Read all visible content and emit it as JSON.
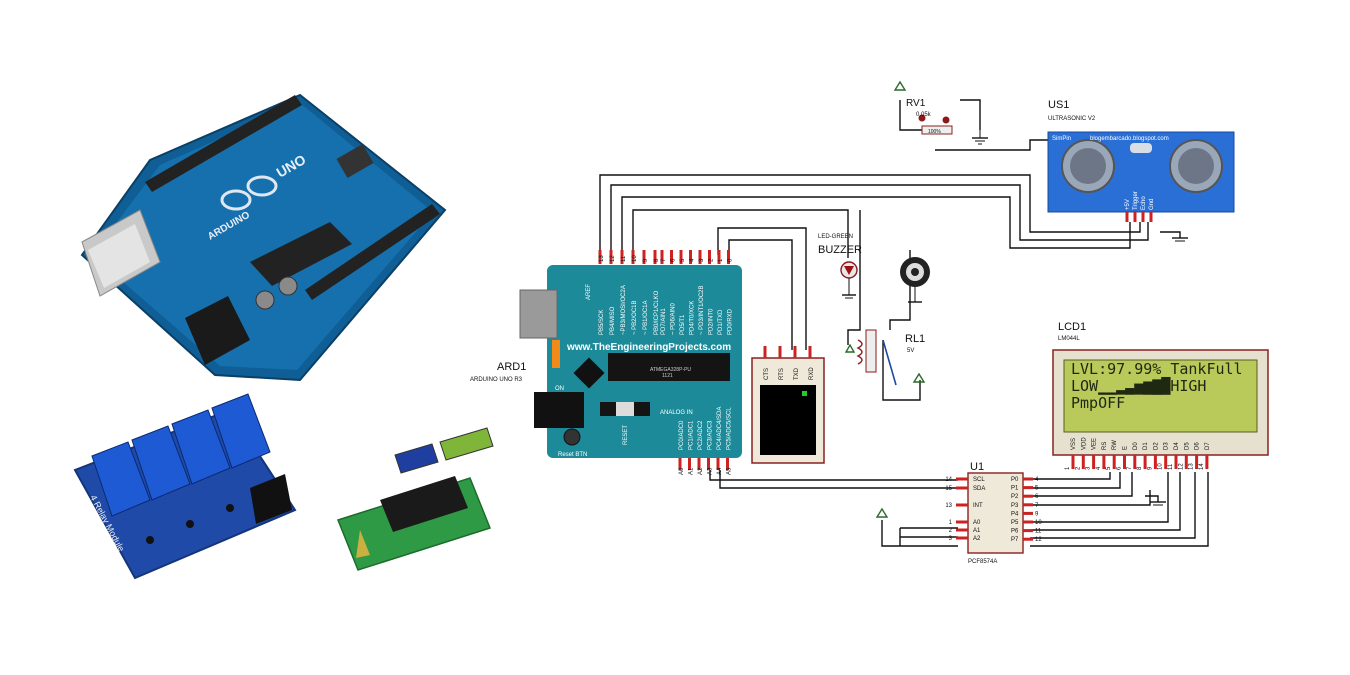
{
  "photos": {
    "arduino_board": {
      "label": "Arduino UNO photo",
      "brand": "UNO",
      "sublabel": "ARDUINO"
    },
    "relay_module": {
      "label": "4 Relay Module photo",
      "text": "4 Relay Module"
    },
    "lcd_i2c": {
      "label": "LCD with I2C adapter photo"
    }
  },
  "ard1": {
    "ref": "ARD1",
    "part": "ARDUINO UNO R3",
    "website": "www.TheEngineeringProjects.com",
    "aref": "AREF",
    "on": "ON",
    "reset": "RESET",
    "reset_btn": "Reset BTN",
    "analog_in": "ANALOG IN",
    "chip": "ATMEGA328P-PU",
    "chip_num": "1121",
    "digital_pins_left": [
      "13",
      "12",
      "11",
      "10",
      "9",
      "8"
    ],
    "digital_pins_right": [
      "7",
      "6",
      "5",
      "4",
      "3",
      "2",
      "1",
      "0"
    ],
    "digital_labels_left": [
      "PB5/SCK",
      "PB4/MISO",
      "~PB3/MOSI/OC2A",
      "~ PB2/OC1B",
      "~ PB1/OC1A",
      "PB0/ICP1/CLKO"
    ],
    "digital_labels_right": [
      "PD7/AIN1",
      "~ PD6/AIN0",
      "PD5/T1",
      "PD4/T0/XCK",
      "~ PD3/INT1/OC2B",
      "PD2/INT0",
      "PD1/TXD",
      "PD0/RXD"
    ],
    "analog_pins": [
      "A0",
      "A1",
      "A2",
      "A3",
      "A4",
      "A5"
    ],
    "analog_labels": [
      "PC0/ADC0",
      "PC1/ADC1",
      "PC2/ADC2",
      "PC3/ADC3",
      "PC4/ADC4/SDA",
      "PC5/ADC5/SCL"
    ]
  },
  "terminal": {
    "pins": [
      "CTS",
      "RTS",
      "TXD",
      "RXD"
    ]
  },
  "rv1": {
    "ref": "RV1",
    "value": "0.05k",
    "percent": "100%"
  },
  "us1": {
    "ref": "US1",
    "part": "ULTRASONIC V2",
    "site": "blogembarcado.blogspot.com",
    "simpin": "SimPin",
    "pins": [
      "+5V",
      "Trigger",
      "Echo",
      "Gnd"
    ]
  },
  "led": {
    "part": "LED-GREEN"
  },
  "buzzer": {
    "label": "BUZZER"
  },
  "rl1": {
    "ref": "RL1",
    "value": "5V"
  },
  "lcd1": {
    "ref": "LCD1",
    "part": "LM044L",
    "lines": [
      "LVL:97.99%  TankFull",
      "LOW▁▁▂▃▅▆▇█HIGH",
      "PmpOFF",
      ""
    ],
    "pins": [
      "VSS",
      "VDD",
      "VEE",
      "RS",
      "RW",
      "E",
      "D0",
      "D1",
      "D2",
      "D3",
      "D4",
      "D5",
      "D6",
      "D7"
    ],
    "pin_nums": [
      "1",
      "2",
      "3",
      "4",
      "5",
      "6",
      "7",
      "8",
      "9",
      "10",
      "11",
      "12",
      "13",
      "14"
    ]
  },
  "u1": {
    "ref": "U1",
    "part": "PCF8574A",
    "left_pins": [
      {
        "num": "14",
        "name": "SCL"
      },
      {
        "num": "15",
        "name": "SDA"
      },
      {
        "num": "13",
        "name": "INT"
      },
      {
        "num": "1",
        "name": "A0"
      },
      {
        "num": "2",
        "name": "A1"
      },
      {
        "num": "3",
        "name": "A2"
      }
    ],
    "right_pins": [
      {
        "num": "4",
        "name": "P0"
      },
      {
        "num": "5",
        "name": "P1"
      },
      {
        "num": "6",
        "name": "P2"
      },
      {
        "num": "7",
        "name": "P3"
      },
      {
        "num": "9",
        "name": "P4"
      },
      {
        "num": "10",
        "name": "P5"
      },
      {
        "num": "11",
        "name": "P6"
      },
      {
        "num": "12",
        "name": "P7"
      }
    ]
  },
  "colors": {
    "arduino_teal": "#1d8a99",
    "board_photo_blue": "#0f5f96",
    "relay_blue": "#1f4aa8",
    "lcd_green": "#b9c95a",
    "sensor_blue": "#2a6fd6",
    "pin_red": "#cc2222",
    "pin_blue": "#2244cc"
  }
}
